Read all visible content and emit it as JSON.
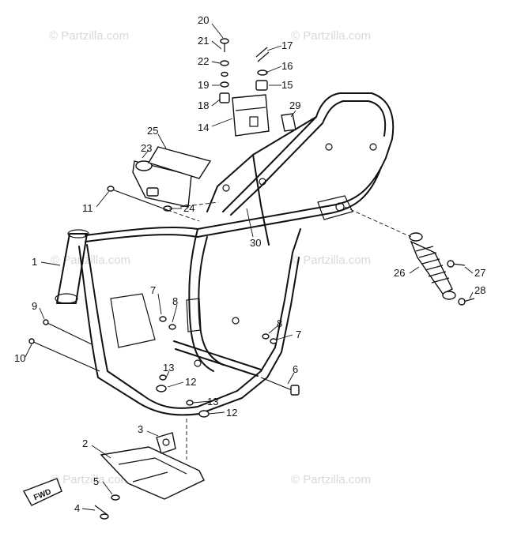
{
  "watermark": "© Partzilla.com",
  "fwd_label": "FWD",
  "callouts": [
    "1",
    "2",
    "3",
    "4",
    "5",
    "6",
    "7",
    "7",
    "8",
    "8",
    "9",
    "10",
    "11",
    "12",
    "12",
    "13",
    "13",
    "14",
    "15",
    "16",
    "17",
    "18",
    "19",
    "20",
    "21",
    "22",
    "23",
    "24",
    "25",
    "26",
    "27",
    "28",
    "29",
    "30"
  ]
}
